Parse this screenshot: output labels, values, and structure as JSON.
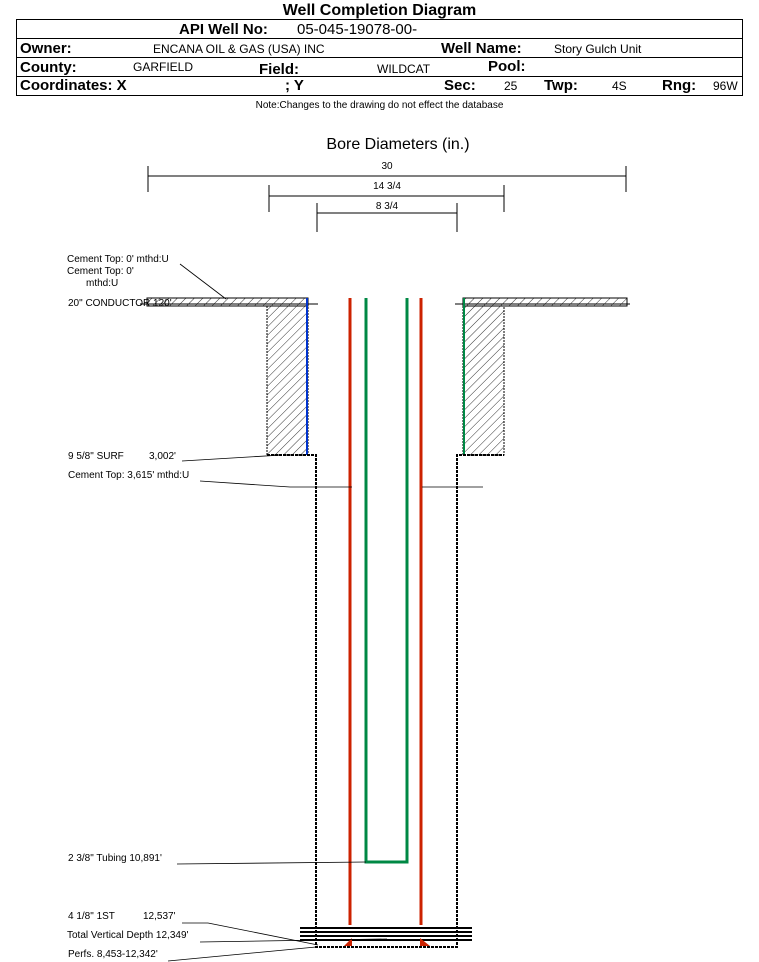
{
  "title": "Well Completion Diagram",
  "header": {
    "api_label": "API Well No:",
    "api_value": "05-045-19078-00-",
    "owner_label": "Owner:",
    "owner_value": "ENCANA OIL & GAS (USA) INC",
    "well_name_label": "Well Name:",
    "well_name_value": "Story Gulch Unit",
    "county_label": "County:",
    "county_value": "GARFIELD",
    "field_label": "Field:",
    "field_value": "WILDCAT",
    "pool_label": "Pool:",
    "coord_x_label": "Coordinates: X",
    "coord_y_label": "; Y",
    "sec_label": "Sec:",
    "sec_value": "25",
    "twp_label": "Twp:",
    "twp_value": "4S",
    "rng_label": "Rng:",
    "rng_value": "96W"
  },
  "note": "Note:Changes to the drawing do not effect the database",
  "diagram": {
    "bore_title": "Bore Diameters (in.)",
    "dims": [
      "30",
      "14 3/4",
      "8 3/4"
    ],
    "labels": {
      "cement_top_a": "Cement Top: 0' mthd:U",
      "cement_top_b": "Cement Top: 0'",
      "cement_top_b2": "mthd:U",
      "conductor": "20\" CONDUCTOR  120'",
      "surf": "9 5/8\" SURF",
      "surf_depth": "3,002'",
      "cement_top_2": "Cement Top: 3,615' mthd:U",
      "tubing": "2 3/8\" Tubing 10,891'",
      "prod": "4 1/8\" 1ST",
      "prod_depth": "12,537'",
      "tvd": "Total Vertical Depth 12,349'",
      "perfs": "Perfs. 8,453-12,342'"
    },
    "colors": {
      "surface_casing": "#0033cc",
      "production": "#cc2200",
      "tubing": "#008844"
    }
  }
}
